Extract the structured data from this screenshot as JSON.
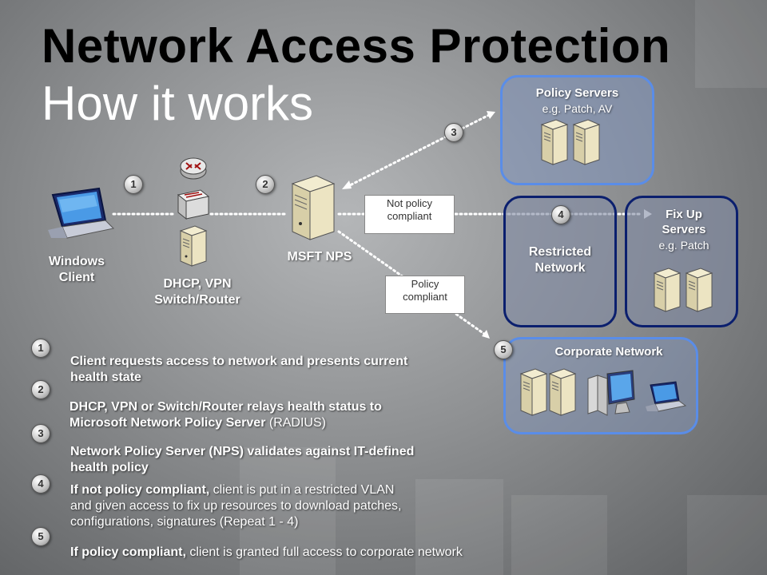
{
  "title": "Network Access Protection",
  "subtitle": "How it works",
  "nodes": {
    "client": {
      "label": "Windows\nClient"
    },
    "dhcp": {
      "label": "DHCP, VPN\nSwitch/Router"
    },
    "nps": {
      "label": "MSFT NPS"
    }
  },
  "boxes": {
    "policy_servers": {
      "title": "Policy Servers",
      "sub": "e.g. Patch, AV"
    },
    "restricted": {
      "title": "Restricted\nNetwork"
    },
    "fixup": {
      "title": "Fix Up\nServers",
      "sub": "e.g. Patch"
    },
    "corporate": {
      "title": "Corporate Network"
    }
  },
  "edge_labels": {
    "not_compliant": "Not policy\ncompliant",
    "compliant": "Policy\ncompliant"
  },
  "diagram_numbers": [
    "1",
    "2",
    "3",
    "4",
    "5"
  ],
  "steps": [
    {
      "num": "1",
      "bold": "Client requests access to network and presents current\nhealth state",
      "rest": ""
    },
    {
      "num": "2",
      "bold": "DHCP, VPN or Switch/Router relays health status to\nMicrosoft Network Policy Server",
      "rest": " (RADIUS)"
    },
    {
      "num": "3",
      "bold": "Network Policy Server (NPS) validates against IT-defined\nhealth policy",
      "rest": ""
    },
    {
      "num": "4",
      "bold": "If not policy compliant,",
      "rest": " client is put in a restricted VLAN\nand given access to fix up resources to download patches,\nconfigurations, signatures (Repeat 1 - 4)"
    },
    {
      "num": "5",
      "bold": "If policy compliant,",
      "rest": " client is granted full access to corporate network"
    }
  ],
  "colors": {
    "accent_blue": "#5a8de8",
    "dark_blue": "#0b1f6e",
    "text": "#ffffff"
  },
  "icons": [
    "laptop-icon",
    "router-icon",
    "switch-icon",
    "server-icon"
  ]
}
